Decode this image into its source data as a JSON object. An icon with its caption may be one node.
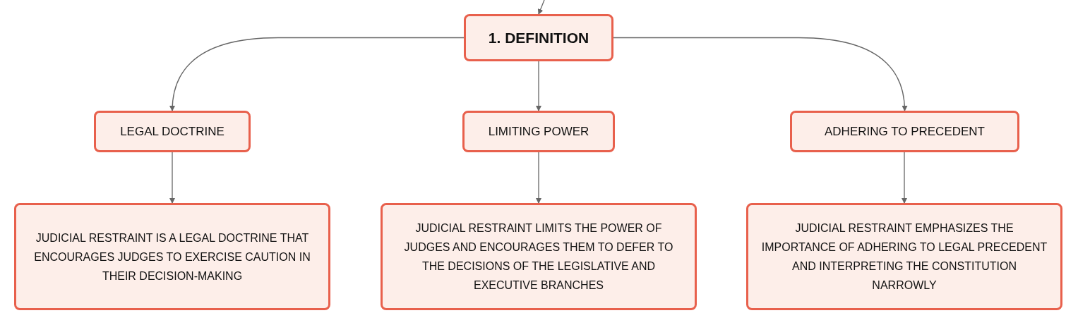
{
  "diagram": {
    "nodes": [
      {
        "text": [
          "1. DEFINITION"
        ]
      },
      {
        "text": [
          "LEGAL DOCTRINE"
        ]
      },
      {
        "text": [
          "LIMITING POWER"
        ]
      },
      {
        "text": [
          "ADHERING TO PRECEDENT"
        ]
      },
      {
        "text": [
          "JUDICIAL RESTRAINT IS A LEGAL DOCTRINE THAT ENCOURAGES JUDGES TO EXERCISE CAUTION IN THEIR DECISION-MAKING"
        ]
      },
      {
        "text": [
          "JUDICIAL RESTRAINT LIMITS THE POWER OF JUDGES AND ENCOURAGES THEM TO DEFER TO THE DECISIONS OF THE LEGISLATIVE AND EXECUTIVE BRANCHES"
        ]
      },
      {
        "text": [
          "JUDICIAL RESTRAINT EMPHASIZES THE IMPORTANCE OF ADHERING TO LEGAL PRECEDENT AND INTERPRETING THE CONSTITUTION NARROWLY"
        ]
      }
    ],
    "edges": [
      {
        "from": null,
        "to": 0,
        "arrow": "to"
      },
      {
        "from": 0,
        "to": 1,
        "arrow": "to"
      },
      {
        "from": 0,
        "to": 2,
        "arrow": "to"
      },
      {
        "from": 0,
        "to": 3,
        "arrow": "to"
      },
      {
        "from": 1,
        "to": 4,
        "arrow": "to"
      },
      {
        "from": 2,
        "to": 5,
        "arrow": "to"
      },
      {
        "from": 3,
        "to": 6,
        "arrow": "to"
      }
    ]
  }
}
